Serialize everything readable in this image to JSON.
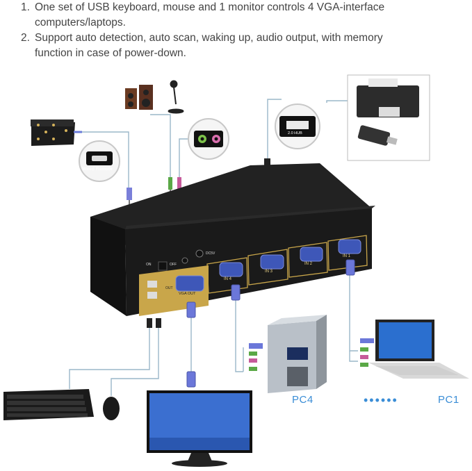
{
  "features": [
    {
      "num": "1.",
      "line1": "One set of USB keyboard, mouse and 1 monitor controls 4 VGA-interface",
      "line2": "computers/laptops."
    },
    {
      "num": "2.",
      "line1": "Support auto detection, auto scan, waking up, audio output, with memory",
      "line2": "function in case of power-down."
    }
  ],
  "callouts": {
    "wired_remote": "Wired Remote",
    "usb_hub": "2.0 HUB"
  },
  "panel": {
    "on": "ON",
    "off": "OFF",
    "dc": "DC5V",
    "vga_out": "VGA OUT",
    "out": "OUT",
    "ports": [
      "IN 4",
      "IN 3",
      "IN 2",
      "IN 1"
    ]
  },
  "pcs": {
    "pc4": "PC4",
    "dots": "••••••",
    "pc1": "PC1"
  },
  "colors": {
    "kvm_body": "#1a1a1a",
    "gold_panel": "#c9a64a",
    "vga_blue": "#5b63c9",
    "cable": "#9ab7c9",
    "pc_label": "#3a8dd6"
  }
}
